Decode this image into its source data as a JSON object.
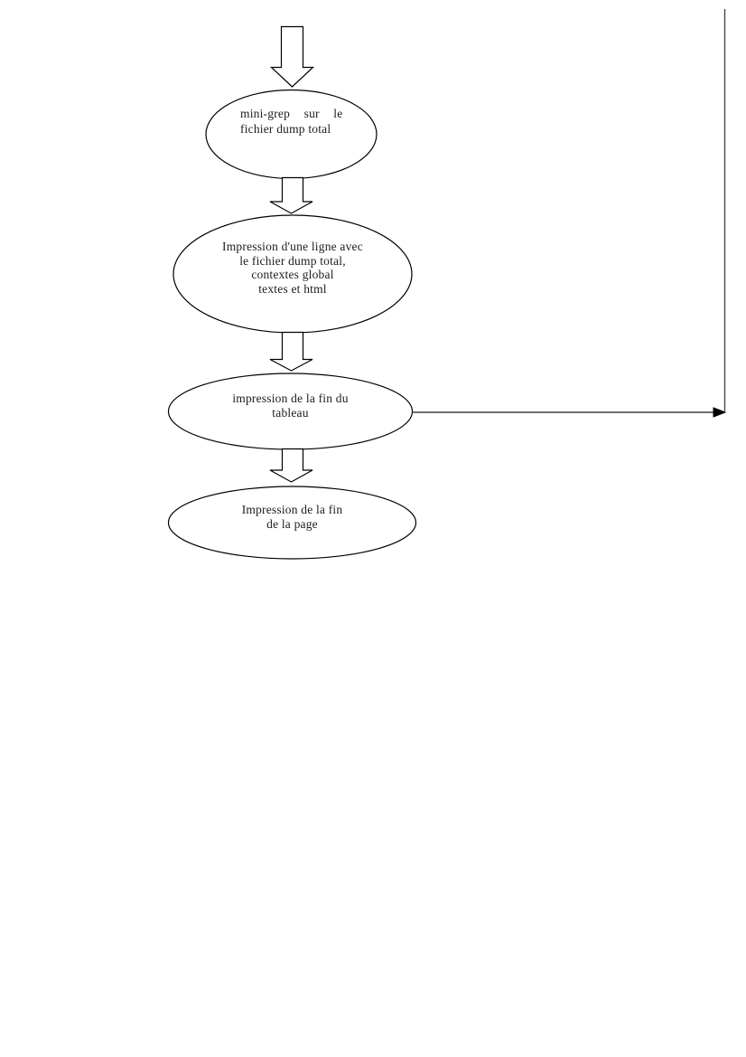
{
  "page": {
    "background": "#ffffff"
  },
  "colors": {
    "shape_stroke": "#000000",
    "connector_line": "#3f3f3f",
    "arrow_fill": "#ffffff",
    "text": "#1c1c1c"
  },
  "diagram": {
    "nodes": [
      {
        "id": "mini-grep",
        "shape": "ellipse",
        "lines": [
          "mini-grep sur le",
          "fichier dump total"
        ]
      },
      {
        "id": "impression-ligne",
        "shape": "ellipse",
        "lines": [
          "Impression d'une ligne avec",
          "le fichier dump total,",
          "contextes global",
          "textes et html"
        ]
      },
      {
        "id": "impression-fin-tableau",
        "shape": "ellipse",
        "lines": [
          "impression de la fin du",
          "tableau"
        ]
      },
      {
        "id": "impression-fin-page",
        "shape": "ellipse",
        "lines": [
          "Impression de la fin",
          "de la page"
        ]
      }
    ],
    "connectors": [
      {
        "id": "entry-arrow",
        "type": "block-arrow",
        "direction": "down",
        "to": "mini-grep"
      },
      {
        "id": "arrow-1-2",
        "type": "block-arrow",
        "direction": "down",
        "from": "mini-grep",
        "to": "impression-ligne"
      },
      {
        "id": "arrow-2-3",
        "type": "block-arrow",
        "direction": "down",
        "from": "impression-ligne",
        "to": "impression-fin-tableau"
      },
      {
        "id": "arrow-3-4",
        "type": "block-arrow",
        "direction": "down",
        "from": "impression-fin-tableau",
        "to": "impression-fin-page"
      },
      {
        "id": "loop-line",
        "type": "thin-arrow",
        "direction": "right",
        "from": "impression-fin-tableau",
        "meets": "vertical-line-to-page-top"
      }
    ]
  }
}
